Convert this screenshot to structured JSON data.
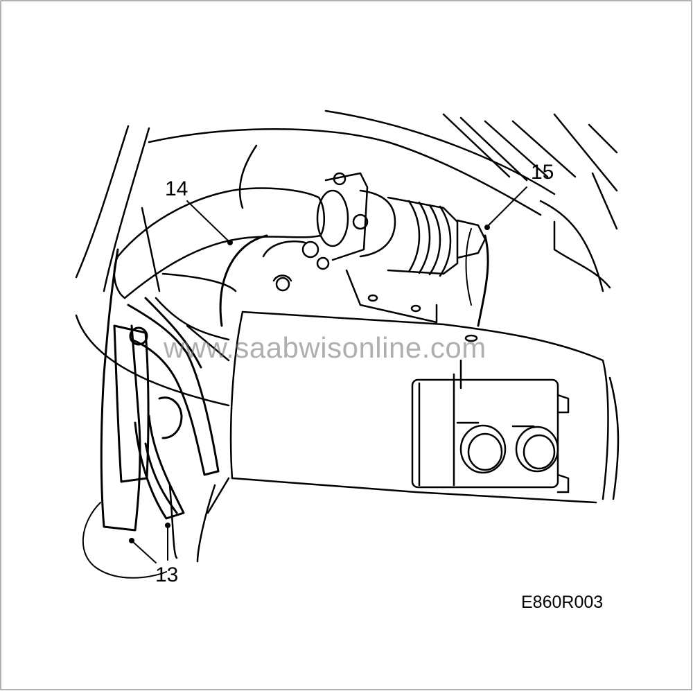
{
  "figure": {
    "callouts": {
      "c13": "13",
      "c14": "14",
      "c15": "15"
    },
    "watermark": "www.saabwisonline.com",
    "figure_code": "E860R003"
  }
}
